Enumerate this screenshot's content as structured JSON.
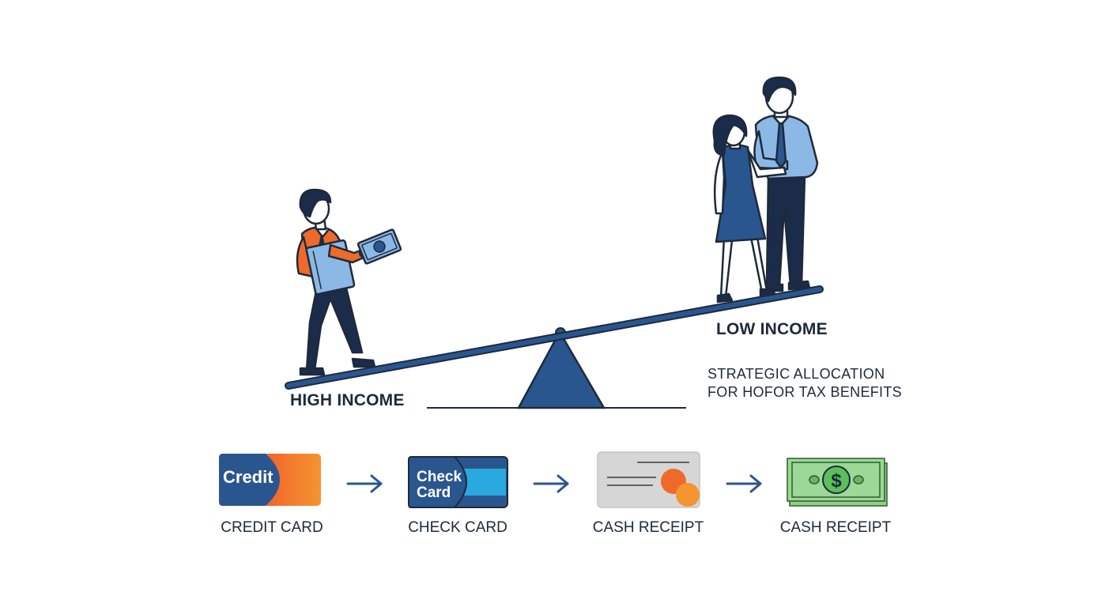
{
  "seesaw": {
    "left_label": "HIGH INCOME",
    "right_label": "LOW INCOME",
    "note_line1": "STRATEGIC ALLOCATION",
    "note_line2": "FOR HOFOR TAX BENEFITS"
  },
  "flow": {
    "items": [
      {
        "icon_text": "Credit",
        "label": "CREDIT CARD"
      },
      {
        "icon_text_line1": "Check",
        "icon_text_line2": "Card",
        "label": "CHECK CARD"
      },
      {
        "label": "CASH RECEIPT"
      },
      {
        "icon_text": "$",
        "label": "CASH RECEIPT"
      }
    ]
  },
  "colors": {
    "navy": "#2a5690",
    "dark": "#1e2a3a",
    "orange": "#ef6a2a",
    "light_blue": "#8cb8e6",
    "green": "#8fd08a"
  }
}
